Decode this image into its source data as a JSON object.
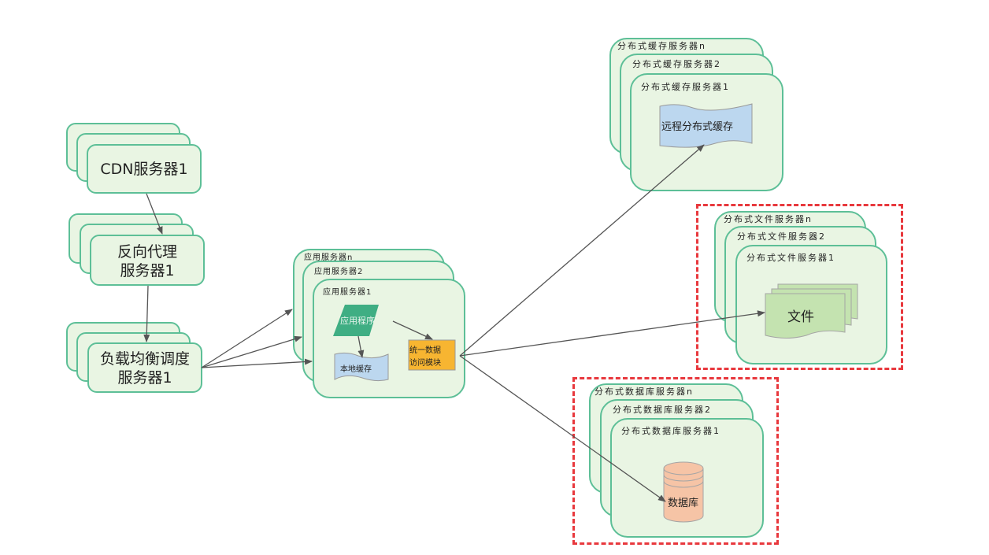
{
  "diagram": {
    "cdn": {
      "label": "CDN服务器1"
    },
    "reverse_proxy": {
      "label_line1": "反向代理",
      "label_line2": "服务器1"
    },
    "load_balancer": {
      "label_line1": "负载均衡调度",
      "label_line2": "服务器1"
    },
    "app_servers": {
      "labels": [
        "应用服务器n",
        "应用服务器2",
        "应用服务器1"
      ],
      "app_program": "应用程序",
      "local_cache": "本地缓存",
      "data_access_line1": "统一数据",
      "data_access_line2": "访问模块"
    },
    "cache_servers": {
      "labels": [
        "分布式缓存服务器n",
        "分布式缓存服务器2",
        "分布式缓存服务器1"
      ],
      "inner": "远程分布式缓存"
    },
    "file_servers": {
      "labels": [
        "分布式文件服务器n",
        "分布式文件服务器2",
        "分布式文件服务器1"
      ],
      "inner": "文件"
    },
    "db_servers": {
      "labels": [
        "分布式数据库服务器n",
        "分布式数据库服务器2",
        "分布式数据库服务器1"
      ],
      "inner": "数据库"
    },
    "colors": {
      "box_fill": "#e9f5e3",
      "box_border": "#5dbf97",
      "app_program_fill": "#3fae83",
      "cache_fill": "#bcd7ef",
      "data_access_fill": "#f7b531",
      "file_fill": "#c4e3b0",
      "db_fill": "#f6c4a6",
      "highlight_dash": "#e8383d",
      "arrow": "#555555"
    }
  }
}
